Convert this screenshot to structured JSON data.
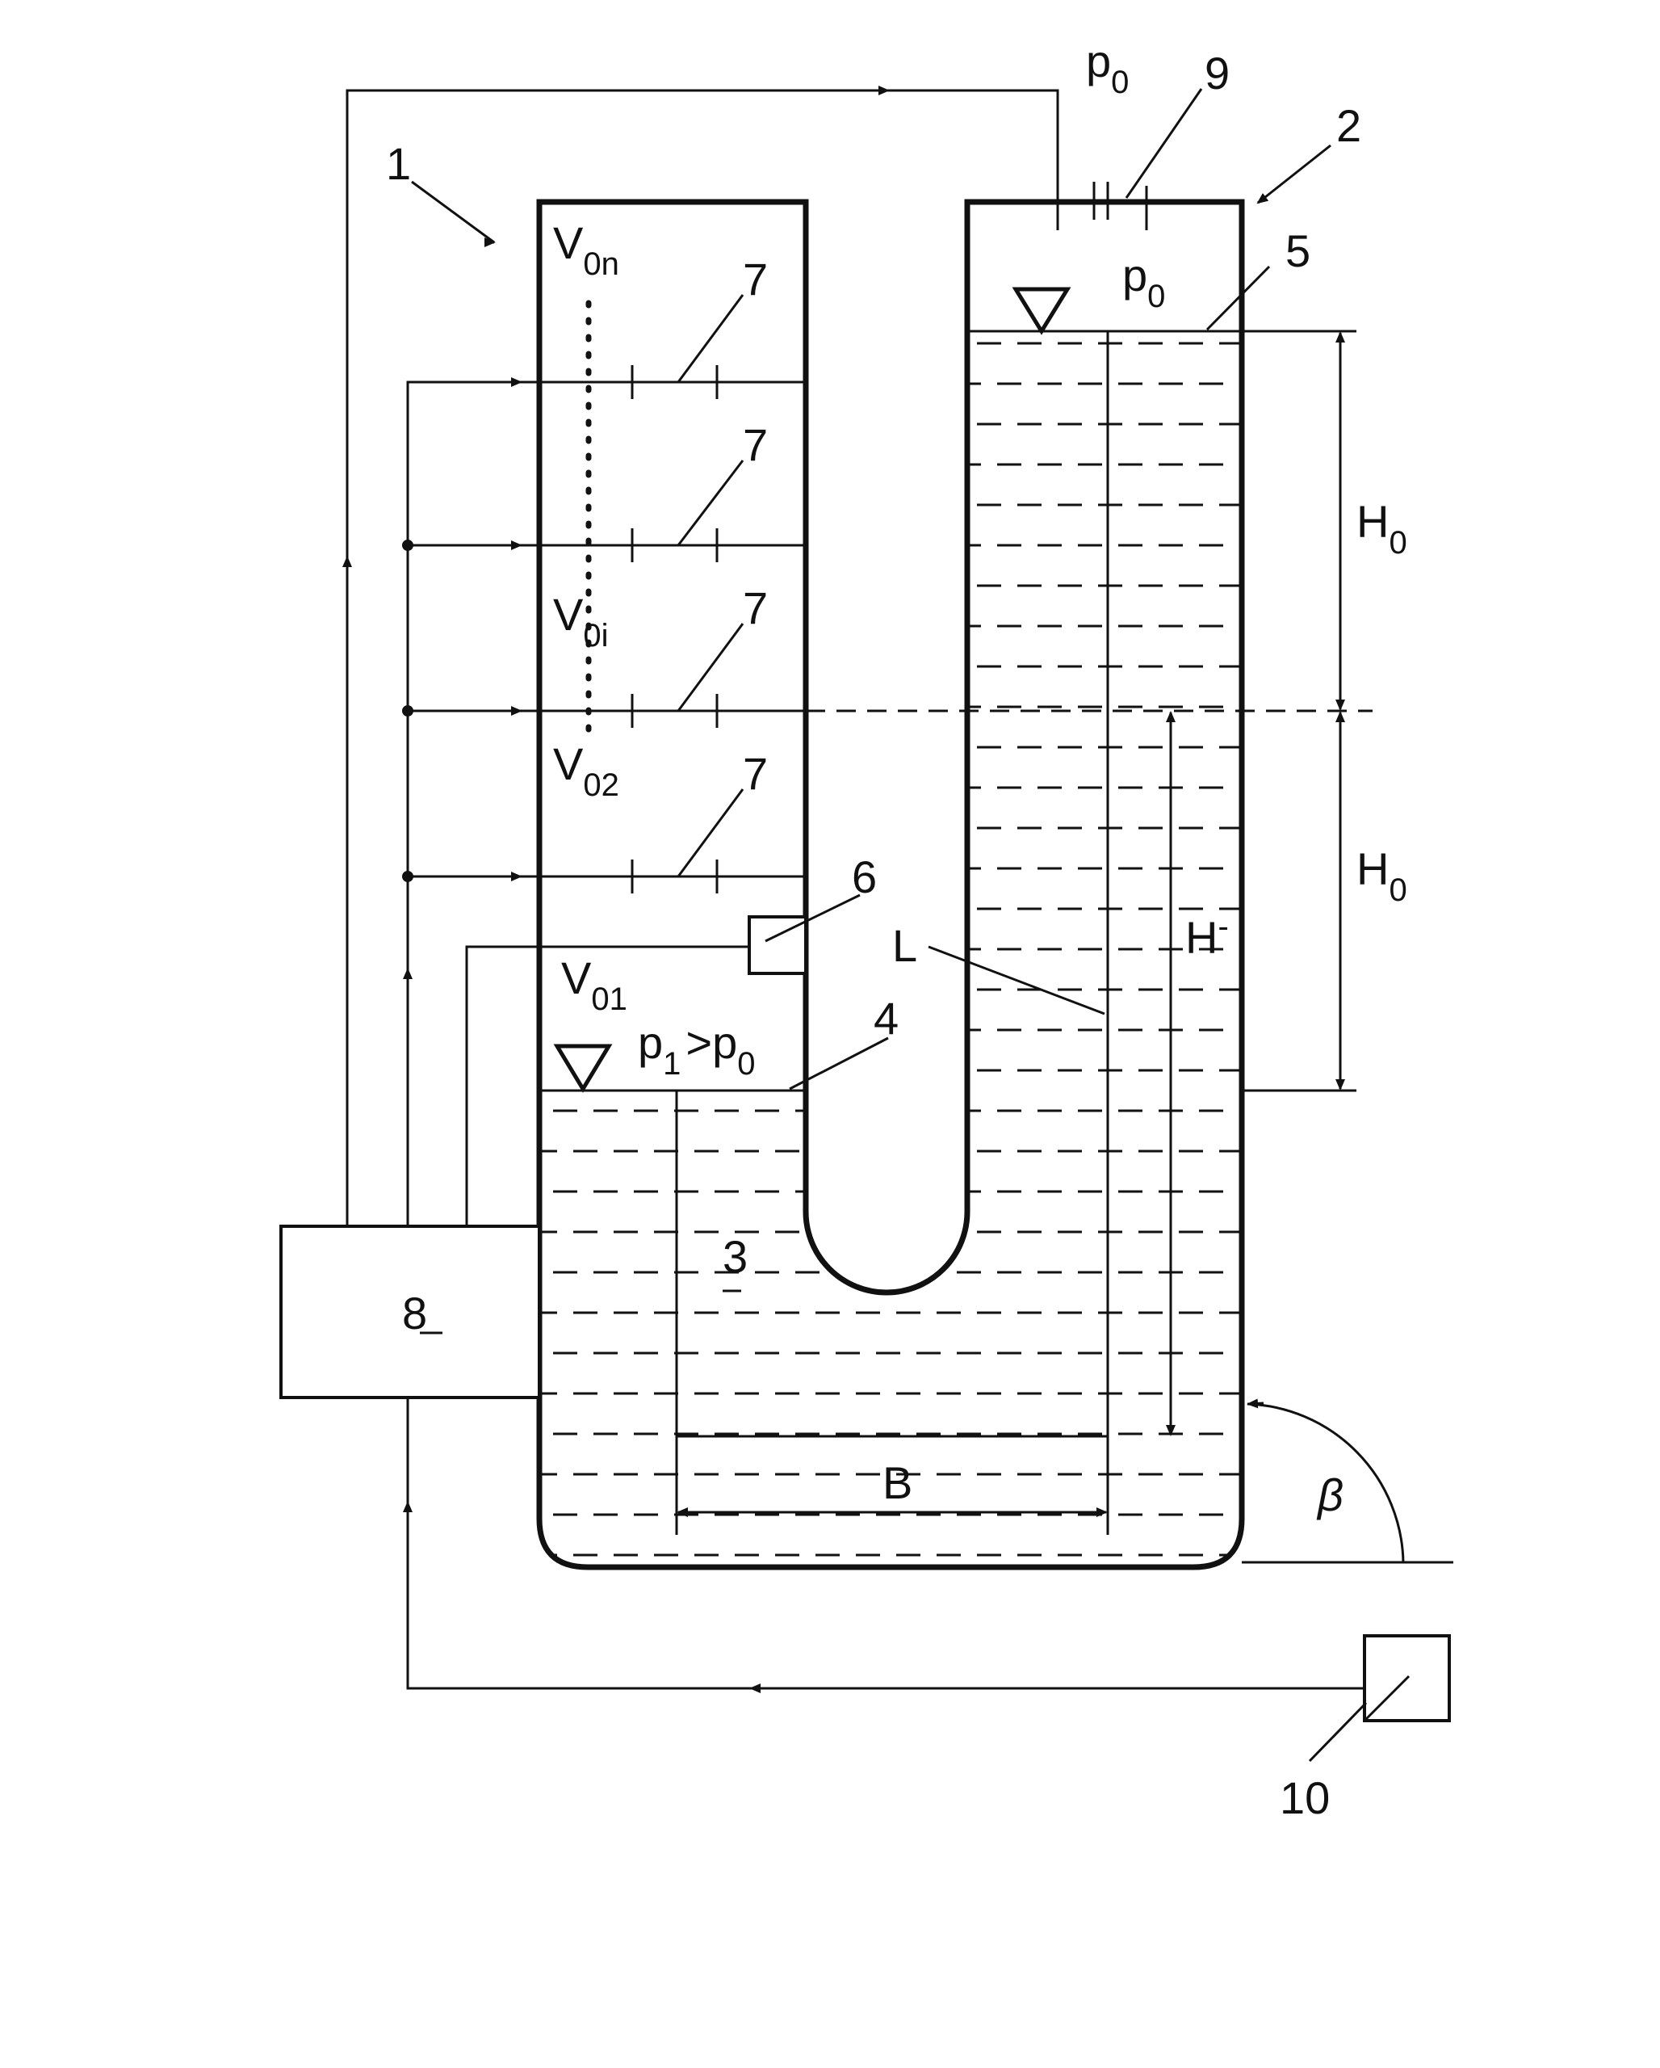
{
  "labels": {
    "ref_1": "1",
    "ref_2": "2",
    "ref_3": "3",
    "ref_4": "4",
    "ref_5": "5",
    "ref_6": "6",
    "ref_7": "7",
    "ref_8": "8",
    "ref_9": "9",
    "ref_10": "10",
    "p": "p",
    "p0_sub": "0",
    "p1_sub": "1",
    "gt": ">",
    "v_letter": "V",
    "v0n_sub": "0n",
    "v0i_sub": "0i",
    "v02_sub": "02",
    "v01_sub": "01",
    "h_letter": "H",
    "h0_sub": "0",
    "h_bar": "-",
    "l_letter": "L",
    "b_letter": "B",
    "beta": "β"
  }
}
